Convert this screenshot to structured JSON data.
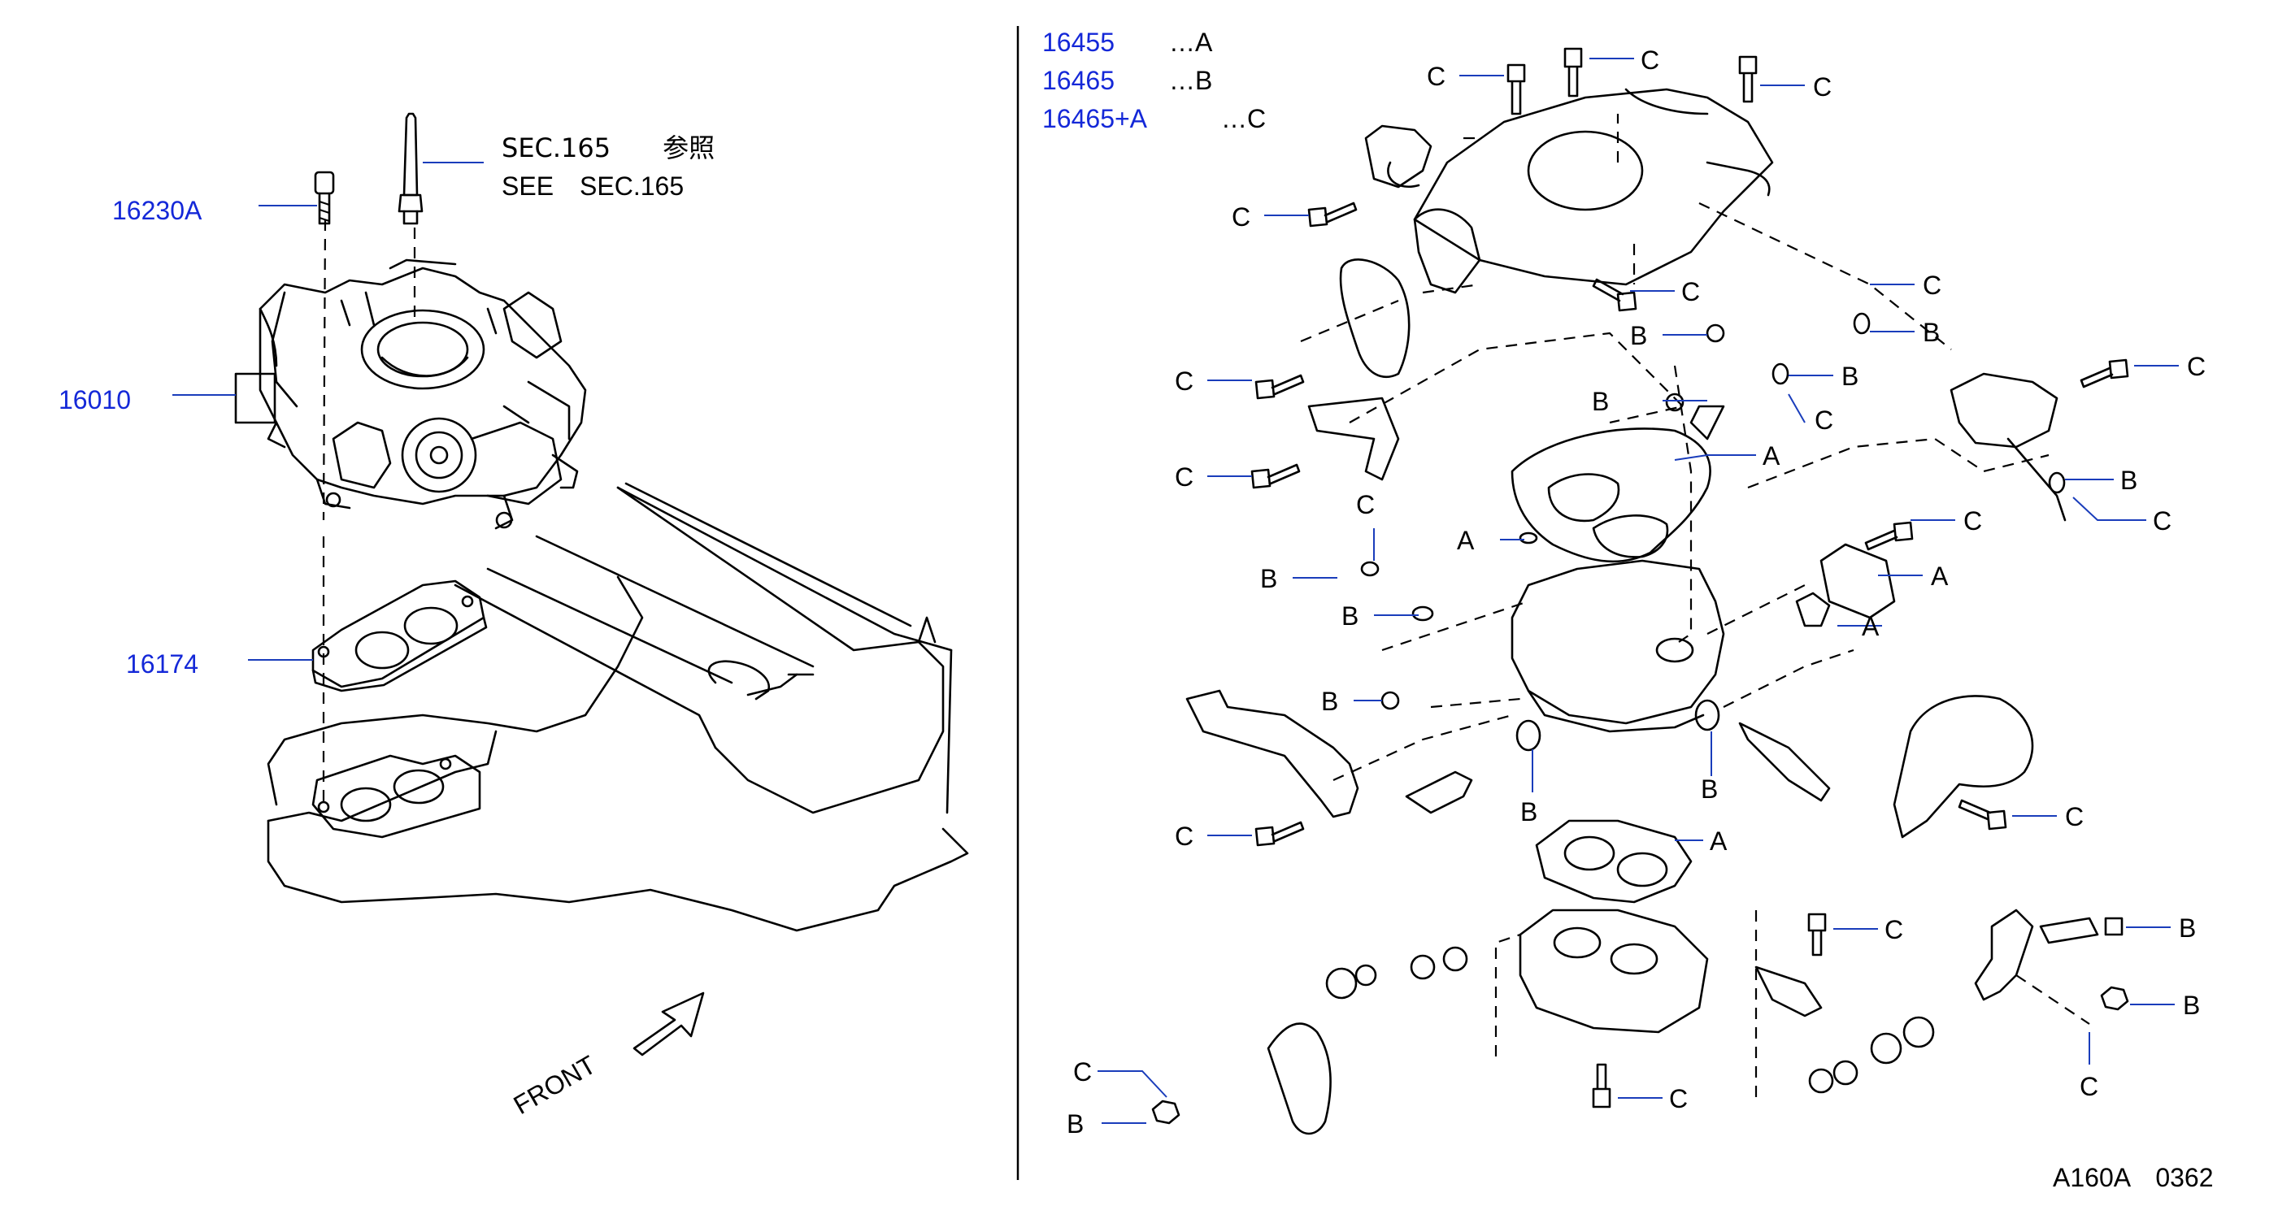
{
  "left_panel": {
    "see_note_jp": "SEC.165　　参照",
    "see_note_en": "SEE　SEC.165",
    "parts": {
      "bolt": "16230A",
      "carburetor": "16010",
      "insulator": "16174"
    },
    "front_label": "FRONT"
  },
  "right_panel": {
    "legend": [
      {
        "part": "16455",
        "code": "…A"
      },
      {
        "part": "16465",
        "code": "…B"
      },
      {
        "part": "16465+A",
        "code": "…C"
      }
    ],
    "callout_letters": {
      "a": "A",
      "b": "B",
      "c": "C"
    }
  },
  "footer": {
    "diagram_code": "A160A　0362"
  }
}
